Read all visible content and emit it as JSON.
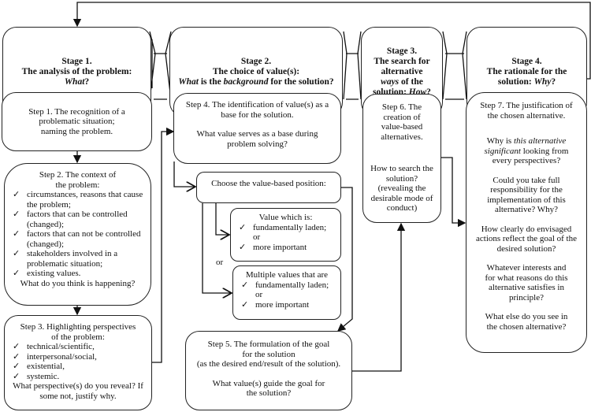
{
  "stages": [
    {
      "label": "Stage 1.",
      "line1": "The analysis of the problem:",
      "q": "What",
      "qend": "?"
    },
    {
      "label": "Stage 2.",
      "line1": "The choice of value(s):",
      "q": "What",
      "mid": " is the ",
      "bg": "background",
      "end": " for the solution?"
    },
    {
      "label": "Stage 3.",
      "line1": "The search for alternative",
      "ways": "ways",
      "ways_end": " of the solution: ",
      "q": "How",
      "qend": "?"
    },
    {
      "label": "Stage 4.",
      "line1": "The rationale for the solution: ",
      "q": "Why",
      "qend": "?"
    }
  ],
  "step1": {
    "text": "Step 1. The recognition of a problematic situation; naming the  problem."
  },
  "step2": {
    "title": "Step 2. The context of the problem:",
    "items": [
      "circumstances, reasons  that cause the problem;",
      "factors that can be controlled (changed);",
      "factors that can not be controlled (changed);",
      "stakeholders involved in a problematic situation;",
      "existing values."
    ],
    "question": "What do you think is happening?"
  },
  "step3": {
    "title": "Step 3.  Highlighting perspectives of the problem:",
    "items": [
      "technical/scientific,",
      "interpersonal/social,",
      "existential,",
      "systemic."
    ],
    "question": "What perspective(s) do you reveal? If some not, justify why."
  },
  "step4": {
    "title": "Step 4. The identification of value(s) as a base for the solution.",
    "question": "What value serves as a base during problem solving?"
  },
  "choose": {
    "text": "Choose the value-based position:"
  },
  "value_single": {
    "title": "Value which is:",
    "items": [
      "fundamentally laden; or",
      "more important"
    ]
  },
  "or_label": "or",
  "value_multiple": {
    "title": "Multiple values that are",
    "items": [
      "fundamentally laden; or",
      "more important"
    ]
  },
  "step5": {
    "title": "Step 5. The formulation of the goal for the solution",
    "sub": "(as the desired end/result of the solution).",
    "question": "What value(s) guide the goal for the solution?"
  },
  "step6": {
    "title": "Step 6. The creation of value-based alternatives.",
    "question": "How to search the solution? (revealing the desirable mode of conduct)"
  },
  "step7": {
    "title": "Step 7. The justification of the chosen alternative.",
    "q1_pre": "Why is ",
    "q1_em": "this alternative significant",
    "q1_post": " looking from every perspectives?",
    "q2": "Could you take full responsibility for the implementation of this alternative? Why?",
    "q3": "How clearly do envisaged actions reflect the goal of the desired solution?",
    "q4": "Whatever interests and for what reasons do this alternative satisfies in principle?",
    "q5": "What else do you see in the chosen alternative?"
  },
  "check_symbol": "✓"
}
